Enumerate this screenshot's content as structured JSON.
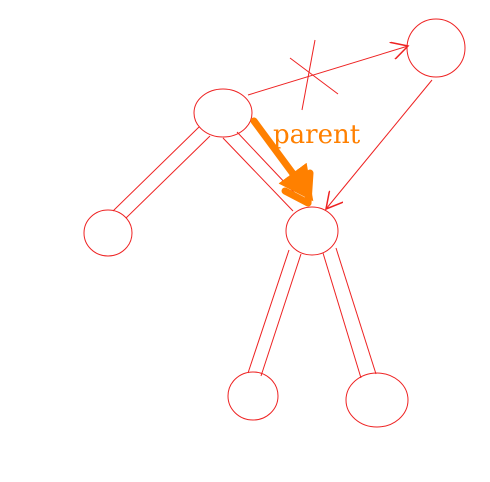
{
  "diagram": {
    "label_parent": "parent",
    "colors": {
      "tree": "#ee2222",
      "highlight": "#ff8000"
    },
    "nodes": [
      {
        "id": "root"
      },
      {
        "id": "left-leaf"
      },
      {
        "id": "child"
      },
      {
        "id": "upper-right"
      },
      {
        "id": "bottom-left"
      },
      {
        "id": "bottom-right"
      }
    ],
    "edges": [
      {
        "from": "root",
        "to": "left-leaf",
        "kind": "double-line"
      },
      {
        "from": "root",
        "to": "child",
        "kind": "double-line"
      },
      {
        "from": "child",
        "to": "bottom-left",
        "kind": "double-line"
      },
      {
        "from": "child",
        "to": "bottom-right",
        "kind": "double-line"
      },
      {
        "from": "root",
        "to": "upper-right",
        "kind": "arrow",
        "crossed_out": true
      },
      {
        "from": "upper-right",
        "to": "child",
        "kind": "arrow"
      },
      {
        "from": "root",
        "to": "child",
        "kind": "highlight-arrow",
        "label": "parent"
      }
    ]
  }
}
